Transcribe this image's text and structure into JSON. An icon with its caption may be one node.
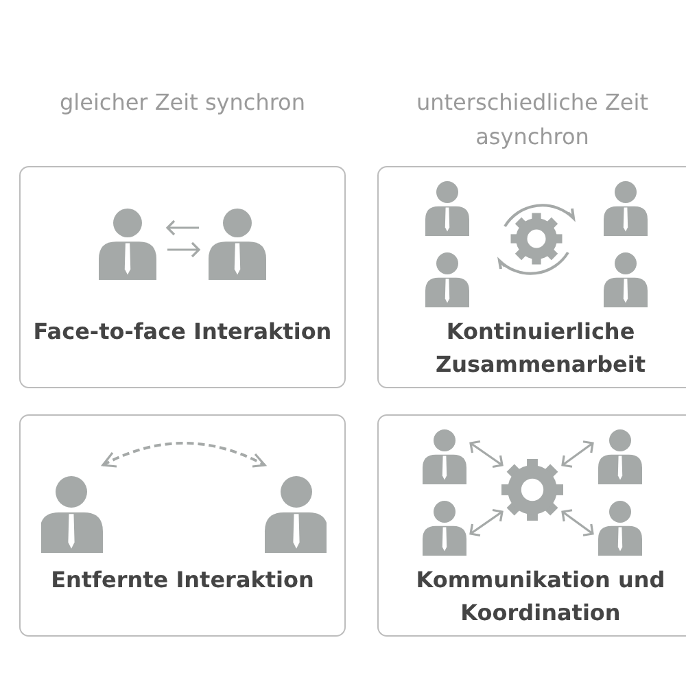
{
  "diagram": {
    "nodes": [
      {
        "text": [
          "Face-to-face Interaktion"
        ]
      },
      {
        "text": [
          "Kontinuierliche Zusammenarbeit"
        ]
      },
      {
        "text": [
          "Entfernte Interaktion"
        ]
      },
      {
        "text": [
          "Kommunikation und Koordination"
        ]
      }
    ],
    "labels": [
      "gleicher Zeit synchron",
      "unterschiedliche Zeit asynchron"
    ]
  }
}
